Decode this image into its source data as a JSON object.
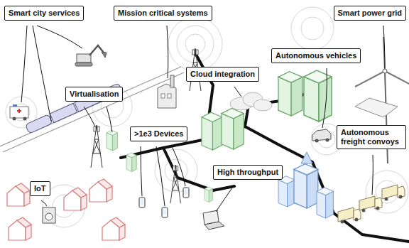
{
  "diagram": {
    "nodes": [
      {
        "text": [
          "Smart city services"
        ]
      },
      {
        "text": [
          "Mission critical systems"
        ]
      },
      {
        "text": [
          "Smart power grid"
        ]
      },
      {
        "text": [
          "Cloud integration"
        ]
      },
      {
        "text": [
          "Autonomous vehicles"
        ]
      },
      {
        "text": [
          "Virtualisation"
        ]
      },
      {
        "text": [
          ">1e3 Devices"
        ]
      },
      {
        "text": [
          "Autonomous freight convoys"
        ]
      },
      {
        "text": [
          "High throughput"
        ]
      },
      {
        "text": [
          "IoT"
        ]
      }
    ]
  }
}
